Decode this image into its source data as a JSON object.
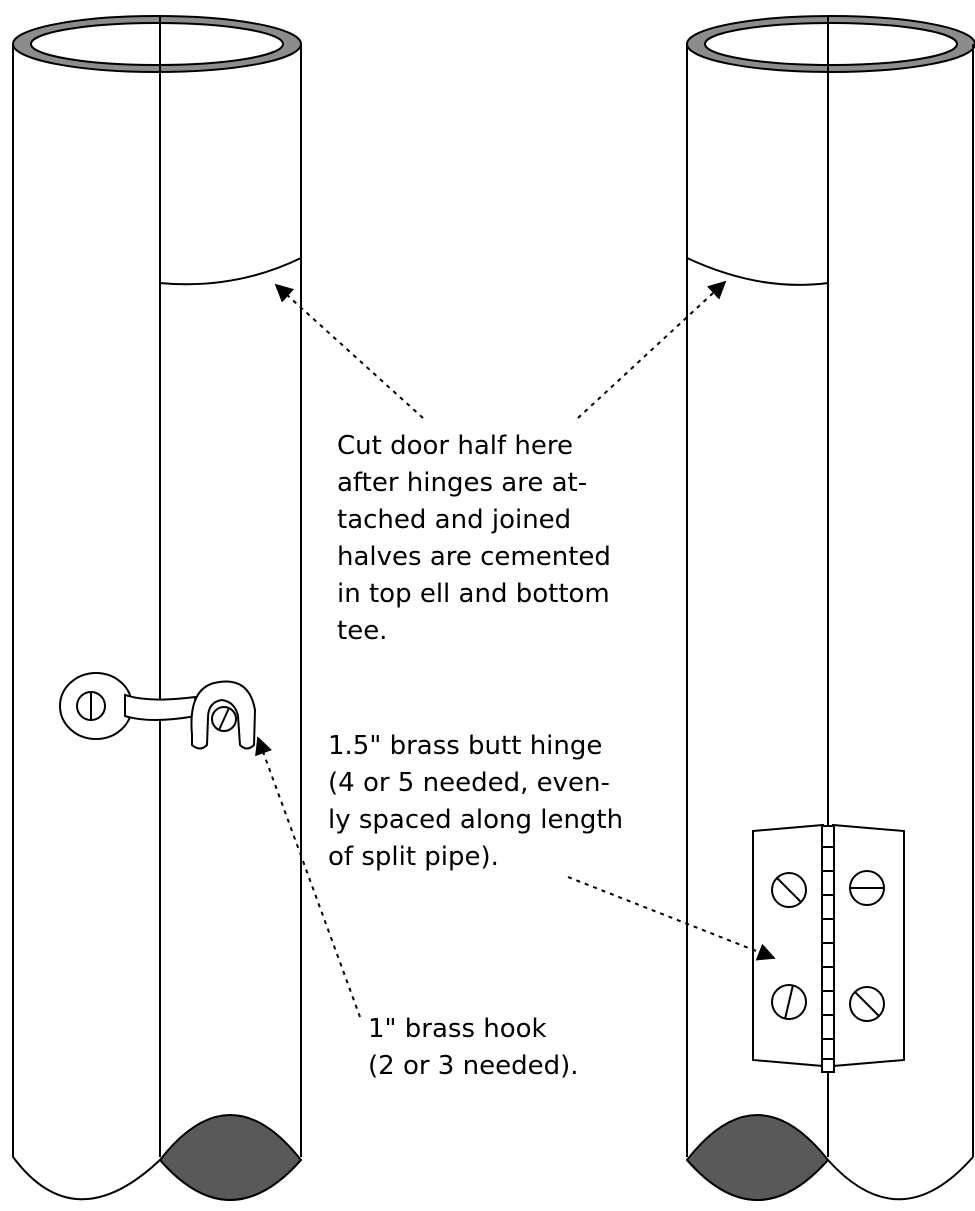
{
  "callouts": {
    "cut_door": [
      "Cut door half here",
      "after hinges are at-",
      "tached and joined",
      "halves are cemented",
      "in top ell and bottom",
      "tee."
    ],
    "hinge": [
      "1.5\" brass butt hinge",
      "(4 or 5 needed, even-",
      "ly spaced along length",
      "of split pipe)."
    ],
    "hook": [
      "1\" brass hook",
      "(2 or 3 needed)."
    ]
  },
  "colors": {
    "line": "#000000",
    "pipe_cap_fill": "#595959",
    "background": "#ffffff"
  }
}
